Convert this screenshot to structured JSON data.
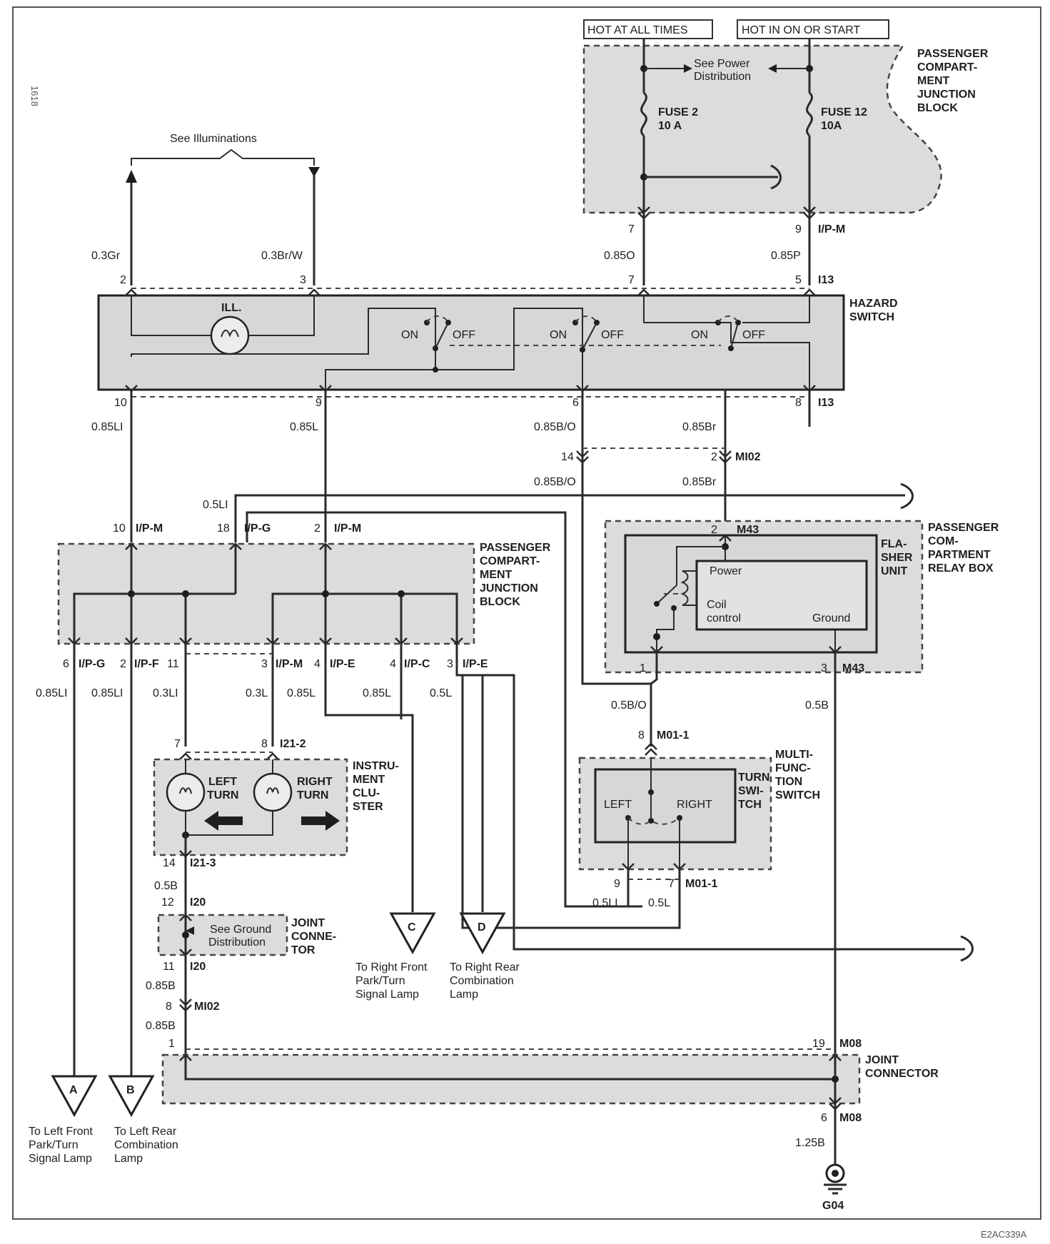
{
  "power": {
    "hot_at_all_times": "HOT AT ALL TIMES",
    "hot_in_on_or_start": "HOT IN ON OR START",
    "see_power_1": "See Power",
    "see_power_2": "Distribution",
    "fuse2_name": "FUSE 2",
    "fuse2_rating": "10 A",
    "fuse12_name": "FUSE 12",
    "fuse12_rating": "10A",
    "pcjb_top_1": "PASSENGER",
    "pcjb_top_2": "COMPART-",
    "pcjb_top_3": "MENT",
    "pcjb_top_4": "JUNCTION",
    "pcjb_top_5": "BLOCK"
  },
  "illum": {
    "label": "See Illuminations",
    "wire_left": "0.3Gr",
    "wire_right": "0.3Br/W",
    "pin_left": "2",
    "pin_right": "3"
  },
  "top_pins": {
    "p7a": "7",
    "p9": "9",
    "conn_ipm": "I/P-M",
    "w1": "0.85O",
    "w2": "0.85P",
    "p7b": "7",
    "p5": "5",
    "conn_i13": "I13"
  },
  "hazard": {
    "title_1": "HAZARD",
    "title_2": "SWITCH",
    "ill": "ILL.",
    "on": "ON",
    "off": "OFF",
    "pin10": "10",
    "pin9": "9",
    "pin6": "6",
    "pin8": "8",
    "conn": "I13",
    "w_10": "0.85LI",
    "w_9": "0.85L",
    "w_6": "0.85B/O",
    "w_8": "0.85Br",
    "pin14": "14",
    "pin2": "2",
    "conn_mi02": "MI02",
    "w_6b": "0.85B/O",
    "w_8b": "0.85Br"
  },
  "pcjb_mid": {
    "wire_top": "0.5LI",
    "pin10": "10",
    "conn_ipm": "I/P-M",
    "pin18": "18",
    "conn_ipg": "I/P-G",
    "pin2": "2",
    "conn_ipm2": "I/P-M",
    "title_1": "PASSENGER",
    "title_2": "COMPART-",
    "title_3": "MENT",
    "title_4": "JUNCTION",
    "title_5": "BLOCK",
    "b1_pin": "6",
    "b1_conn": "I/P-G",
    "b1_wire": "0.85LI",
    "b2_pin": "2",
    "b2_conn": "I/P-F",
    "b2_wire": "0.85LI",
    "b3_pin": "11",
    "b3_wire": "0.3LI",
    "b4_pin": "3",
    "b4_conn": "I/P-M",
    "b4_wire": "0.3L",
    "b5_pin": "4",
    "b5_conn": "I/P-E",
    "b5_wire": "0.85L",
    "b6_pin": "4",
    "b6_conn": "I/P-C",
    "b6_wire": "0.85L",
    "b7_pin": "3",
    "b7_conn": "I/P-E",
    "b7_wire": "0.5L"
  },
  "flasher": {
    "pin_top": "2",
    "conn_top": "M43",
    "unit_1": "FLA-",
    "unit_2": "SHER",
    "unit_3": "UNIT",
    "box_1": "PASSENGER",
    "box_2": "COM-",
    "box_3": "PARTMENT",
    "box_4": "RELAY BOX",
    "power": "Power",
    "coil": "Coil",
    "control": "control",
    "ground": "Ground",
    "pin1": "1",
    "pin3": "3",
    "conn_bot": "M43",
    "w_left": "0.5B/O",
    "w_right": "0.5B"
  },
  "mfs": {
    "pin8": "8",
    "conn_top": "M01-1",
    "title_1": "MULTI-",
    "title_2": "FUNC-",
    "title_3": "TION",
    "title_4": "SWITCH",
    "turn_1": "TURN",
    "turn_2": "SWI-",
    "turn_3": "TCH",
    "left": "LEFT",
    "right": "RIGHT",
    "pin9": "9",
    "pin7": "7",
    "conn_bot": "M01-1",
    "w9": "0.5LI",
    "w7": "0.5L"
  },
  "cluster": {
    "pin7": "7",
    "pin8": "8",
    "conn_top": "I21-2",
    "title_1": "INSTRU-",
    "title_2": "MENT",
    "title_3": "CLU-",
    "title_4": "STER",
    "left_1": "LEFT",
    "left_2": "TURN",
    "right_1": "RIGHT",
    "right_2": "TURN",
    "pin14": "14",
    "conn_bot": "I21-3",
    "w_bot": "0.5B"
  },
  "joint_small": {
    "pin12": "12",
    "conn": "I20",
    "see_1": "See Ground",
    "see_2": "Distribution",
    "title_1": "JOINT",
    "title_2": "CONNE-",
    "title_3": "TOR",
    "pin11": "11",
    "conn_bot": "I20",
    "w1": "0.85B",
    "pin8": "8",
    "conn_mi02": "MI02",
    "w2": "0.85B",
    "pin1": "1"
  },
  "joint_big": {
    "title_1": "JOINT",
    "title_2": "CONNECTOR",
    "pin19": "19",
    "conn_top": "M08",
    "pin6": "6",
    "conn_bot": "M08",
    "w_ground": "1.25B",
    "ground": "G04"
  },
  "refs": {
    "a": "A",
    "a_1": "To Left Front",
    "a_2": "Park/Turn",
    "a_3": "Signal Lamp",
    "b": "B",
    "b_1": "To Left Rear",
    "b_2": "Combination",
    "b_3": "Lamp",
    "c": "C",
    "c_1": "To Right Front",
    "c_2": "Park/Turn",
    "c_3": "Signal Lamp",
    "d": "D",
    "d_1": "To Right Rear",
    "d_2": "Combination",
    "d_3": "Lamp"
  },
  "side_stamp": "1618",
  "figure_id": "E2AC339A"
}
